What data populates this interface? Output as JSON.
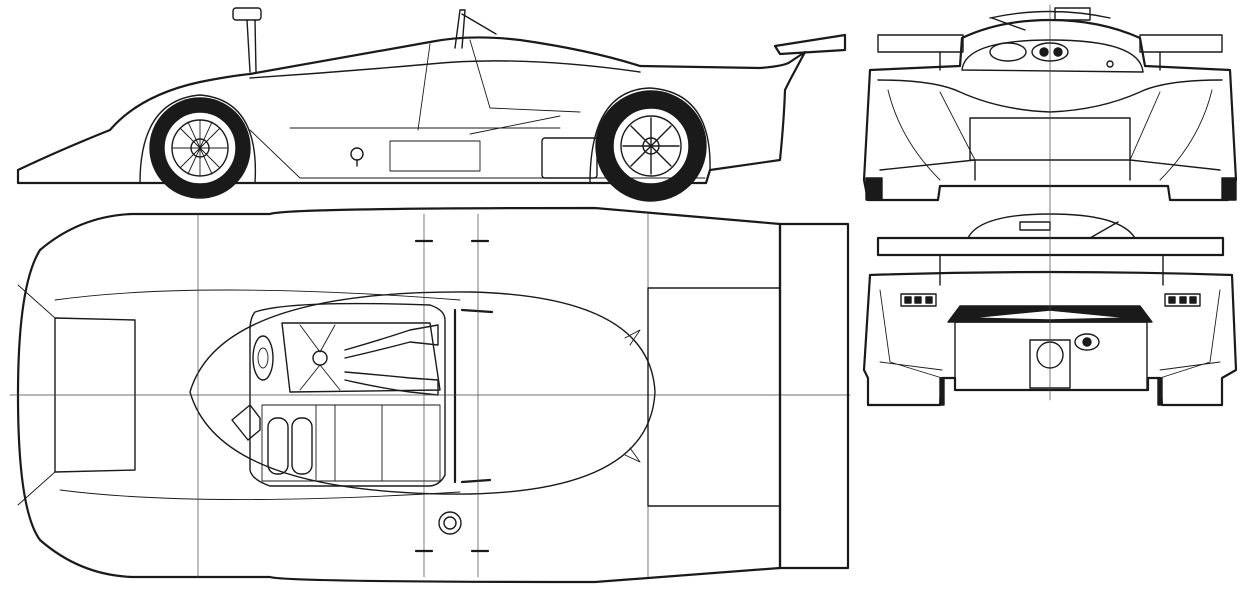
{
  "views": {
    "side": "side-view",
    "top": "top-view",
    "front": "front-view",
    "rear": "rear-view"
  },
  "colors": {
    "line": "#1a1a1a",
    "paper": "#ffffff"
  }
}
